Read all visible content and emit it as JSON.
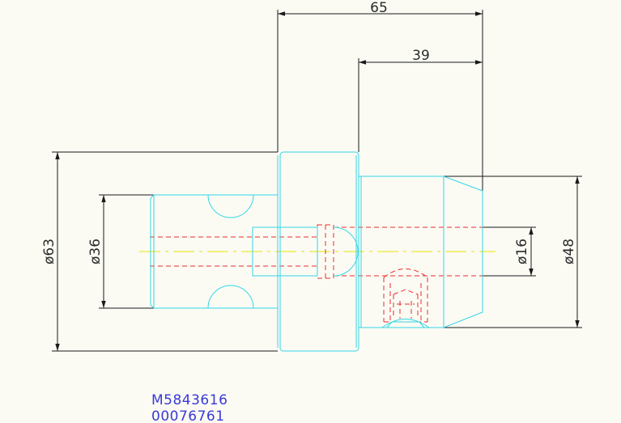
{
  "colors": {
    "background": "#fbfbf4",
    "outline": "#33d6e6",
    "hidden": "#ee2b2b",
    "centerline": "#e8e600",
    "dimension": "#1a1a1a",
    "code": "#3a3ad8"
  },
  "dimensions": {
    "length_65": "65",
    "length_39": "39",
    "dia_63": "ø63",
    "dia_36": "ø36",
    "dia_16": "ø16",
    "dia_48": "ø48"
  },
  "part": {
    "code_1": "M5843616",
    "code_2": "00076761"
  }
}
